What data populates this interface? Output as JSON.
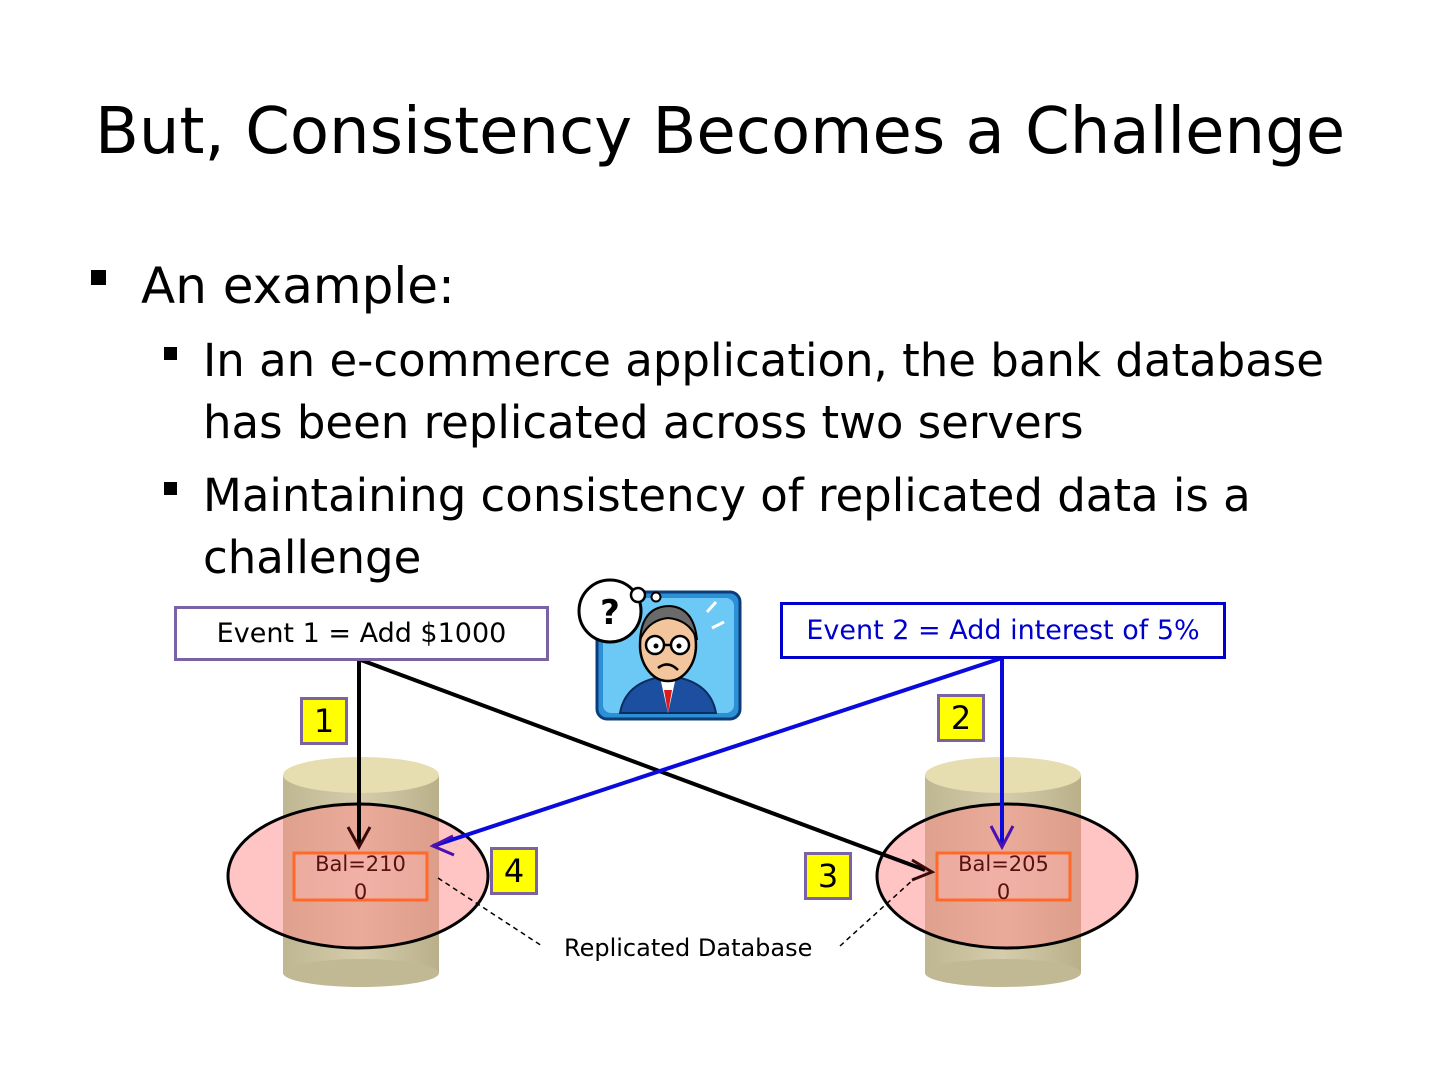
{
  "slide": {
    "title": "But, Consistency Becomes a Challenge",
    "bullet_level1": "An example:",
    "bullets_level2": [
      "In an e-commerce application, the bank database has been replicated across two servers",
      "Maintaining consistency of replicated data is a challenge"
    ]
  },
  "diagram": {
    "event1": "Event 1 = Add $1000",
    "event2": "Event 2 = Add interest of 5%",
    "steps": [
      "1",
      "2",
      "3",
      "4"
    ],
    "db_left_balance": "Bal=2100",
    "db_right_balance": "Bal=2050",
    "db_left_line1": "Bal=210",
    "db_left_line2": "0",
    "db_right_line1": "Bal=205",
    "db_right_line2": "0",
    "caption": "Replicated Database",
    "thought_symbol": "?",
    "colors": {
      "event1_border": "#7b62a3",
      "event2": "#0000cc",
      "step_fill": "#ffff00",
      "db_ellipse": "#ffbdbd"
    }
  }
}
